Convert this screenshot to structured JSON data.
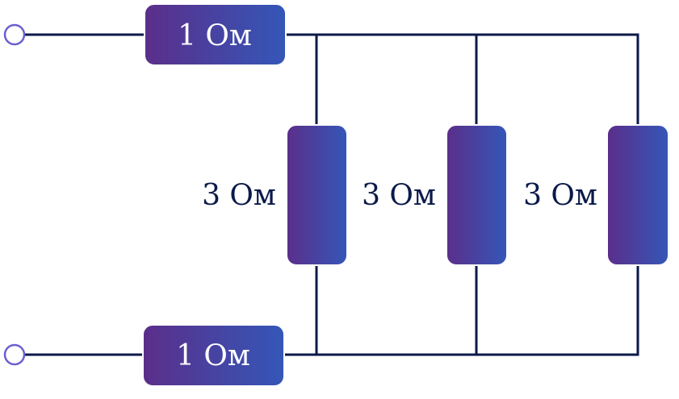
{
  "colors": {
    "wire": "#0b1a4a",
    "terminal": "#6a5fd0",
    "resistor_gradient_start": "#5b2e8a",
    "resistor_gradient_end": "#3457b8",
    "label_inside": "#ffffff",
    "label_outside": "#0b1a4a"
  },
  "resistors": {
    "top_series": {
      "label": "1 Ом"
    },
    "bottom_series": {
      "label": "1 Ом"
    },
    "parallel_1": {
      "label": "3 Ом"
    },
    "parallel_2": {
      "label": "3 Ом"
    },
    "parallel_3": {
      "label": "3 Ом"
    }
  }
}
